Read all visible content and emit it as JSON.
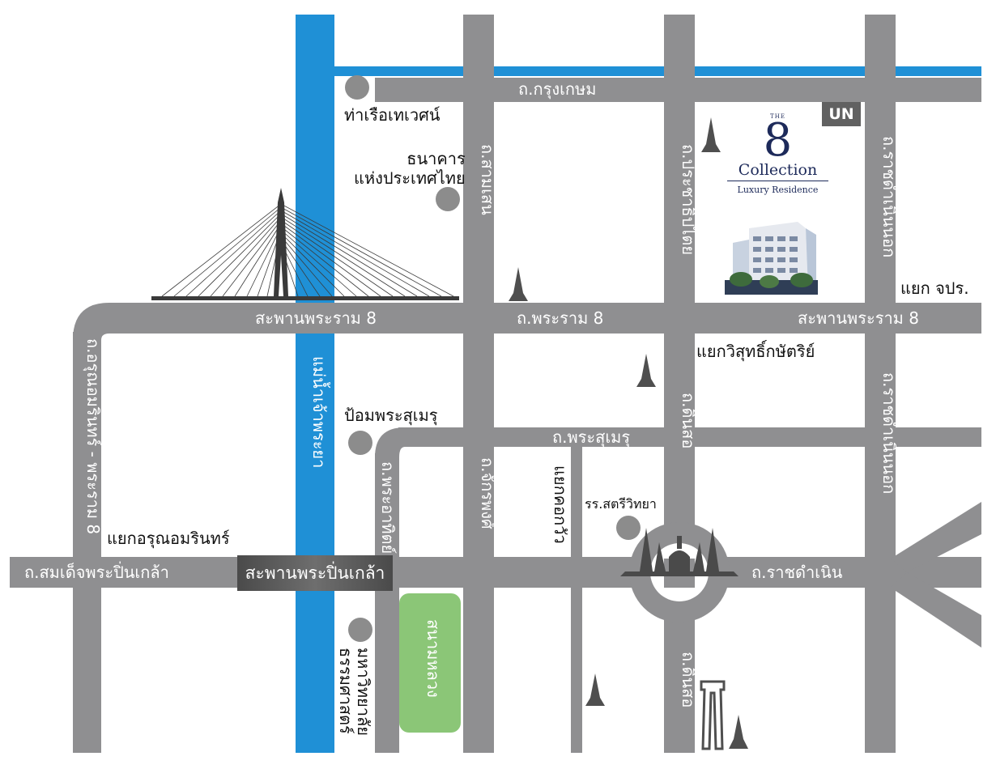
{
  "colors": {
    "road": "#8f8f91",
    "river": "#1f90d6",
    "park": "#8bc677",
    "landmark": "#4f4f4f",
    "brand_text": "#1d2a5a",
    "badge": "#616161"
  },
  "roads": {
    "krungkasem": "ถ.กรุงเกษม",
    "rama8_bridge_left": "สะพานพระราม 8",
    "rama8_center": "ถ.พระราม 8",
    "rama8_bridge_right": "สะพานพระราม 8",
    "samsen": "ถ.สามเสน",
    "prachathipatai": "ถ.ประชาธิปไตย",
    "ratchadamnoen_nok_top": "ถ.ราชดำเนินนอก",
    "ratchadamnoen_nok_bottom": "ถ.ราชดำเนินนอก",
    "arun_amarin": "ถ.อรุณอมรินทร์ - พระราม 8",
    "phra_sumen": "ถ.พระสุเมรุ",
    "phra_athit": "ถ.พระอาทิตย์",
    "chakkraphong": "ถ.จักรพงศ์",
    "din_so_top": "ถ.ดินสอ",
    "din_so_bottom": "ถ.ดินสอ",
    "somdet_phra_pinklao": "ถ.สมเด็จพระปิ่นเกล้า",
    "ratchadamnoen": "ถ.ราชดำเนิน"
  },
  "places": {
    "thewet_pier": "ท่าเรือเทเวศน์",
    "bank_of_thailand": "ธนาคาร\nแห่งประเทศไทย",
    "phra_sumen_fort": "ป้อมพระสุเมรุ",
    "satri_witthaya_school": "รร.สตรีวิทยา",
    "thammasat_university": "มหาวิทยาลัย\nธรรมศาสตร์",
    "sanam_luang": "สนามหลวง",
    "river": "แม่น้ำเจ้าพระยา",
    "pinklao_bridge": "สะพานพระปิ่นเกล้า"
  },
  "intersections": {
    "jor_por_ror": "แยก จปร.",
    "wisutkasat": "แยกวิสุทธิ์กษัตริย์",
    "arun_amarin": "แยกอรุณอมรินทร์",
    "kok_wua": "แยกคอกวัว"
  },
  "brand": {
    "the": "THE",
    "number": "8",
    "collection": "Collection",
    "tagline": "Luxury Residence",
    "badge": "UN"
  }
}
